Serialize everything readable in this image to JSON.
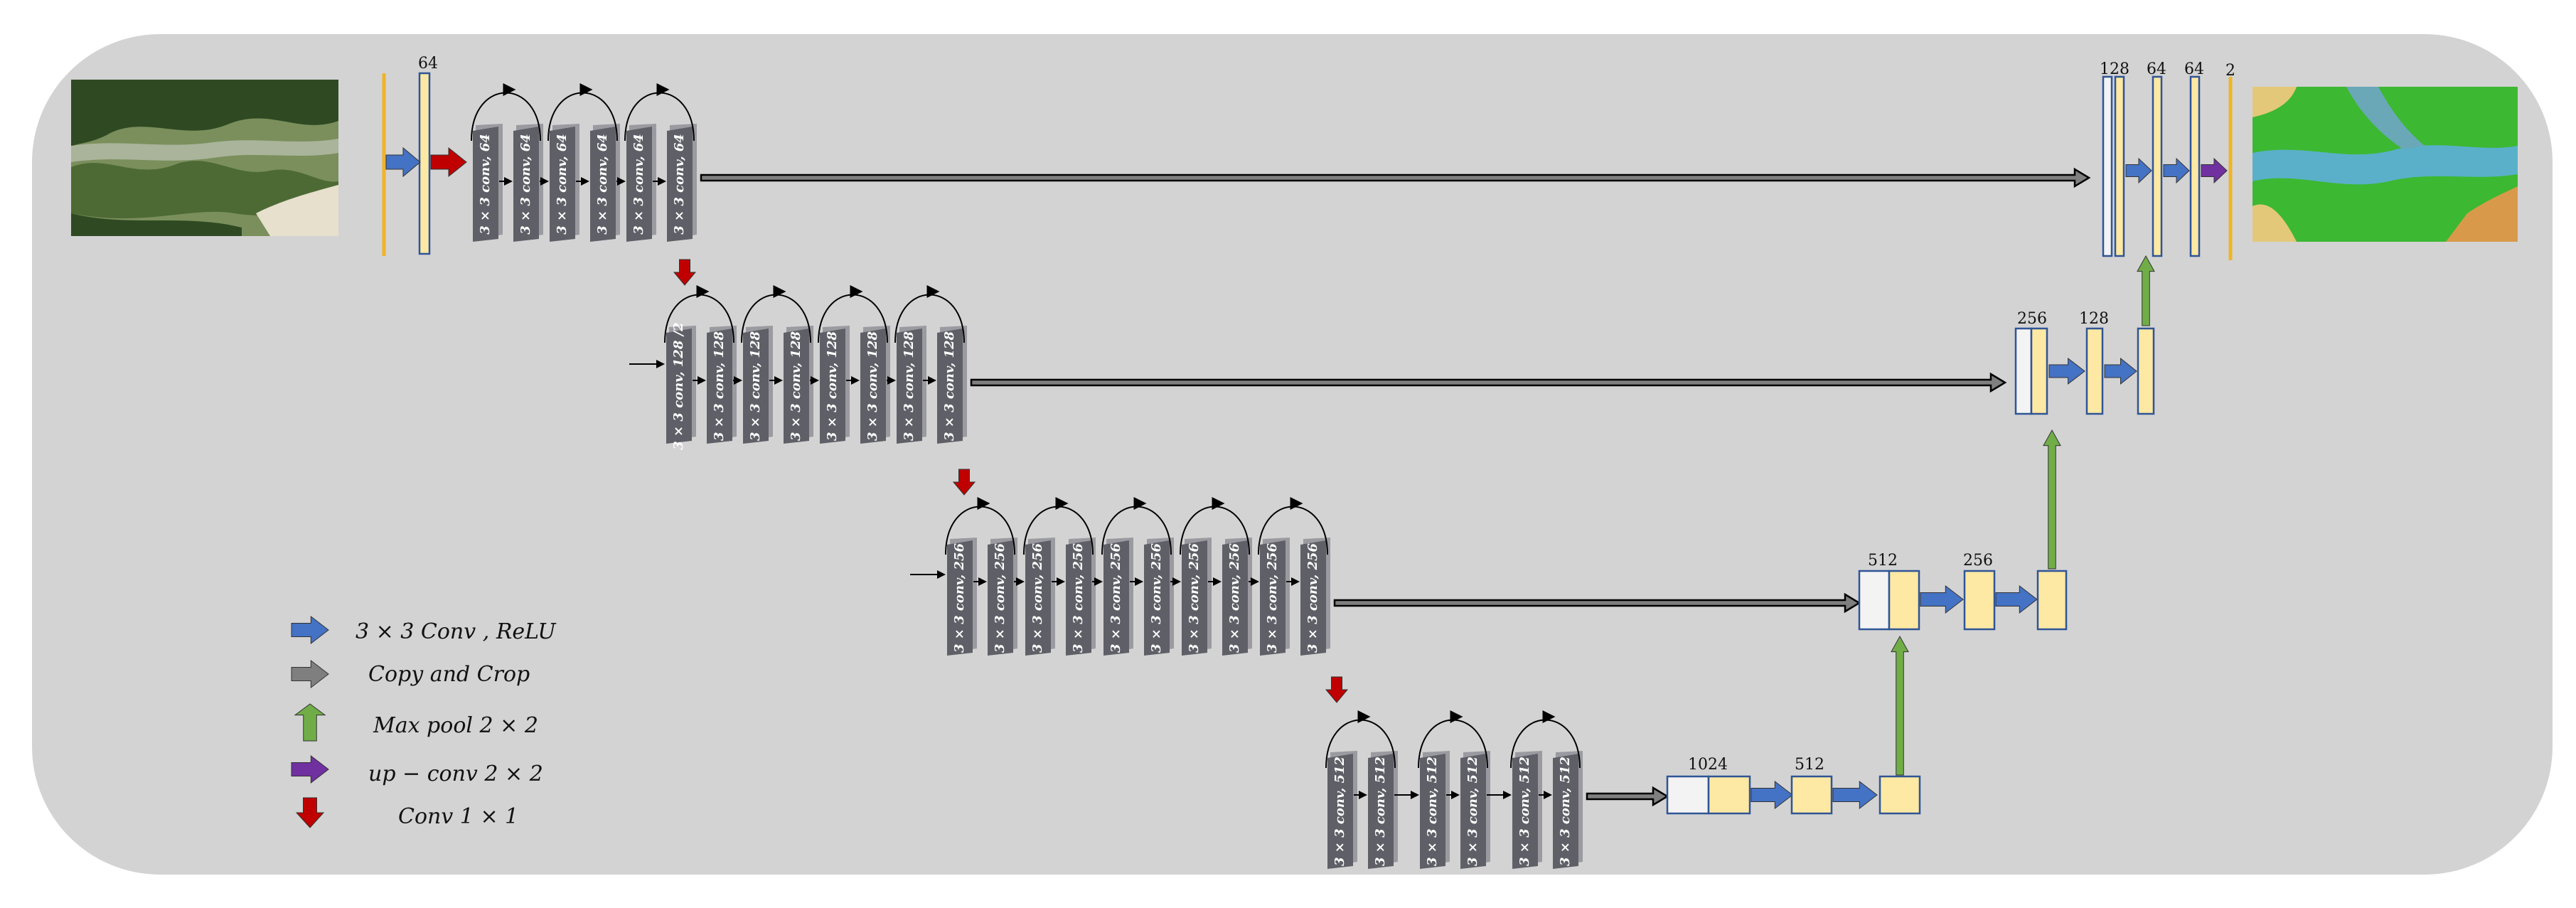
{
  "diagram": {
    "input_image": {
      "name": "aerial-input-image",
      "palette": [
        "#2f4a22",
        "#4d6a34",
        "#7a8f5c",
        "#a9b49a",
        "#c9c8b8",
        "#e6e0cc"
      ]
    },
    "output_image": {
      "name": "segmentation-output-image",
      "palette": [
        "#3cb832",
        "#5ab0c8",
        "#6aa8b8",
        "#e3c87a",
        "#d89a4a"
      ]
    },
    "colors": {
      "background": "#d3d3d3",
      "block": "#5f6067",
      "block_shadow": "#9a9aa0",
      "feature_fill": "#fde8a4",
      "feature_stroke": "#2f5596",
      "copy_fill": "#f3f3f3",
      "conv_arrow": "#4472c4",
      "copy_arrow": "#7f7f7f",
      "pool_arrow": "#70ad47",
      "upconv_arrow": "#7030a0",
      "conv1x1_arrow": "#c00000",
      "input_bar": "#f0b429"
    },
    "encoder": [
      {
        "labels": [
          "3 × 3 conv, 64",
          "3 × 3 conv, 64",
          "3 × 3 conv, 64",
          "3 × 3 conv, 64",
          "3 × 3 conv, 64",
          "3 × 3 conv, 64"
        ]
      },
      {
        "labels": [
          "3 × 3 conv, 128 /2",
          "3 × 3 conv, 128",
          "3 × 3 conv, 128",
          "3 × 3 conv, 128",
          "3 × 3 conv, 128",
          "3 × 3 conv, 128",
          "3 × 3 conv, 128",
          "3 × 3 conv, 128"
        ]
      },
      {
        "labels": [
          "3 × 3 conv, 256",
          "3 × 3 conv, 256",
          "3 × 3 conv, 256",
          "3 × 3 conv, 256",
          "3 × 3 conv, 256",
          "3 × 3 conv, 256",
          "3 × 3 conv, 256",
          "3 × 3 conv, 256",
          "3 × 3 conv, 256",
          "3 × 3 conv, 256"
        ]
      },
      {
        "labels": [
          "3 × 3 conv, 512",
          "3 × 3 conv, 512",
          "3 × 3 conv, 512",
          "3 × 3 conv, 512",
          "3 × 3 conv, 512",
          "3 × 3 conv, 512"
        ]
      }
    ],
    "feature_labels": {
      "input": "64",
      "d1_concat": "128",
      "d1_a": "64",
      "d1_b": "64",
      "d1_out": "2",
      "d2_concat": "256",
      "d2_a": "128",
      "d3_concat": "512",
      "d3_a": "256",
      "b_concat": "1024",
      "b_a": "512"
    },
    "legend": [
      {
        "key": "conv",
        "label": "3 × 3 Conv , ReLU"
      },
      {
        "key": "copy",
        "label": "Copy and Crop"
      },
      {
        "key": "pool",
        "label": "Max pool 2 × 2"
      },
      {
        "key": "upconv",
        "label": "up − conv 2 × 2"
      },
      {
        "key": "conv1x1",
        "label": "Conv 1 × 1"
      }
    ]
  }
}
